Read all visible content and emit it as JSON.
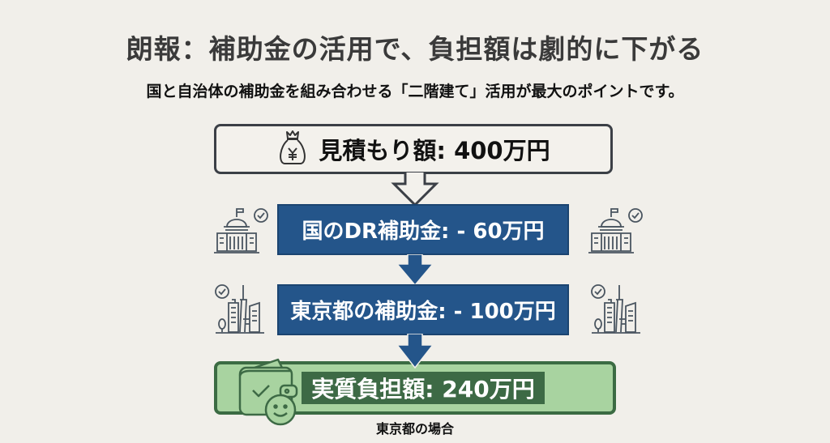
{
  "header": {
    "title": "朗報：補助金の活用で、負担額は劇的に下がる",
    "subtitle": "国と自治体の補助金を組み合わせる「二階建て」活用が最大のポイントです。"
  },
  "flow": {
    "estimate": {
      "label": "見積もり額: 400万円",
      "icon": "money-bag-yen-icon"
    },
    "national_subsidy": {
      "label": "国のDR補助金:  - 60万円",
      "icon": "government-building-check-icon"
    },
    "tokyo_subsidy": {
      "label": "東京都の補助金: - 100万円",
      "icon": "city-skyline-check-icon"
    },
    "net_cost": {
      "label": "実質負担額: 240万円",
      "icon": "wallet-smile-icon"
    }
  },
  "caption": "東京都の場合",
  "colors": {
    "background": "#f1efea",
    "blue": "#24558a",
    "green_fill": "#a8d3a0",
    "green_dark": "#3d6a45",
    "outline": "#3b3f46",
    "icon_stroke": "#4a5560"
  }
}
